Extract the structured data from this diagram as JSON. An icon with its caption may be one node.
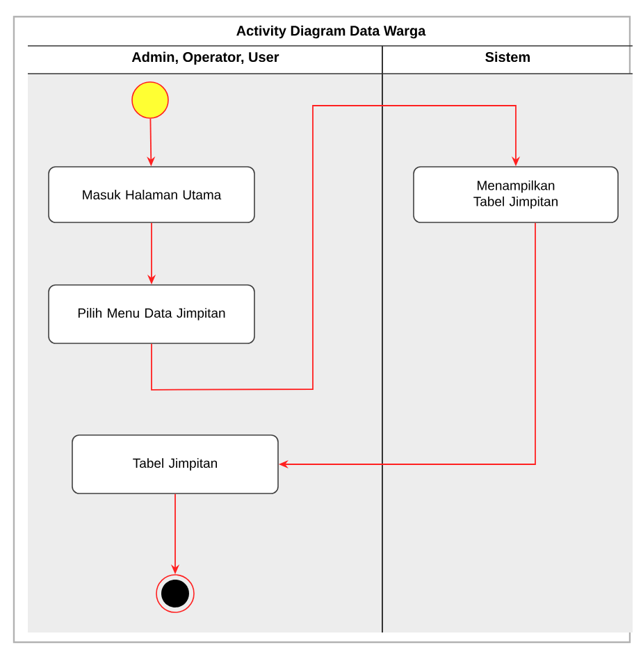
{
  "diagram": {
    "title": "Activity Diagram Data Warga",
    "nodes": [
      {
        "text": [
          "Admin, Operator, User"
        ]
      },
      {
        "text": [
          "Sistem"
        ]
      },
      {
        "text": [],
        "shape": "circle",
        "in": 0
      },
      {
        "text": [
          "Masuk Halaman Utama"
        ],
        "in": 0
      },
      {
        "text": [
          "Menampilkan Tabel Jimpitan"
        ],
        "in": 1
      },
      {
        "text": [
          "Pilih Menu Data Jimpitan"
        ],
        "in": 0
      },
      {
        "text": [
          "Tabel Jimpitan"
        ],
        "in": 0
      },
      {
        "text": [],
        "shape": "circle",
        "in": 0
      }
    ],
    "edges": [
      {
        "from": 2,
        "to": 3,
        "arrow": "to"
      },
      {
        "from": 3,
        "to": 5,
        "arrow": "to"
      },
      {
        "from": 5,
        "to": 4,
        "arrow": "to"
      },
      {
        "from": 4,
        "to": 6,
        "arrow": "to"
      },
      {
        "from": 6,
        "to": 7,
        "arrow": "to"
      }
    ]
  }
}
